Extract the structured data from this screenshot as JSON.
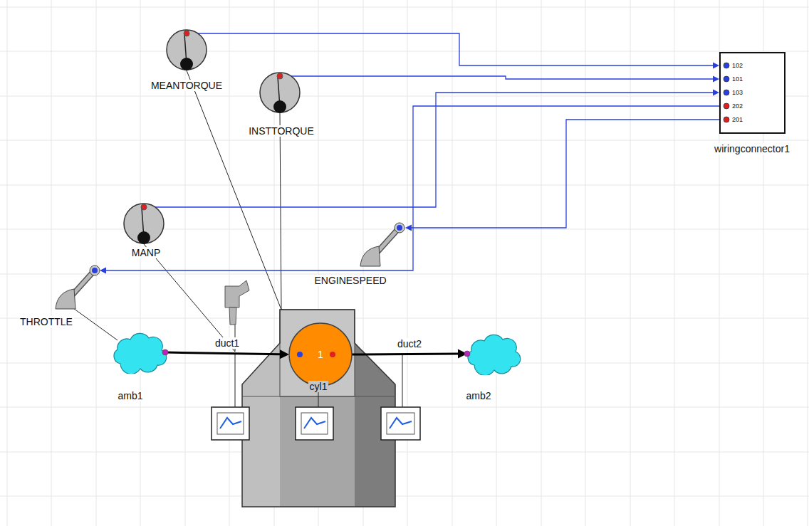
{
  "diagram": {
    "nodes": [
      {
        "text": [
          "MEANTORQUE"
        ]
      },
      {
        "text": [
          "INSTTORQUE"
        ]
      },
      {
        "text": [
          "wiringconnector1"
        ]
      },
      {
        "text": [
          "MANP"
        ]
      },
      {
        "text": [
          "ENGINESPEED"
        ]
      },
      {
        "text": [
          "THROTTLE"
        ]
      },
      {
        "text": [
          "amb1"
        ]
      },
      {
        "text": [
          "1",
          "cyl1"
        ]
      },
      {
        "text": [
          "amb2"
        ]
      }
    ],
    "edges": [
      {
        "from": 0,
        "to": 2,
        "arrow": "to"
      },
      {
        "from": 1,
        "to": 2,
        "arrow": "to"
      },
      {
        "from": 3,
        "to": 2,
        "arrow": "to"
      },
      {
        "from": 2,
        "to": 5,
        "arrow": "to"
      },
      {
        "from": 2,
        "to": 4,
        "arrow": "to"
      },
      {
        "from": 6,
        "to": 7,
        "arrow": "to",
        "label": "duct1"
      },
      {
        "from": 7,
        "to": 8,
        "arrow": "to",
        "label": "duct2"
      }
    ],
    "labels": [
      "102",
      "101",
      "103",
      "202",
      "201"
    ]
  }
}
